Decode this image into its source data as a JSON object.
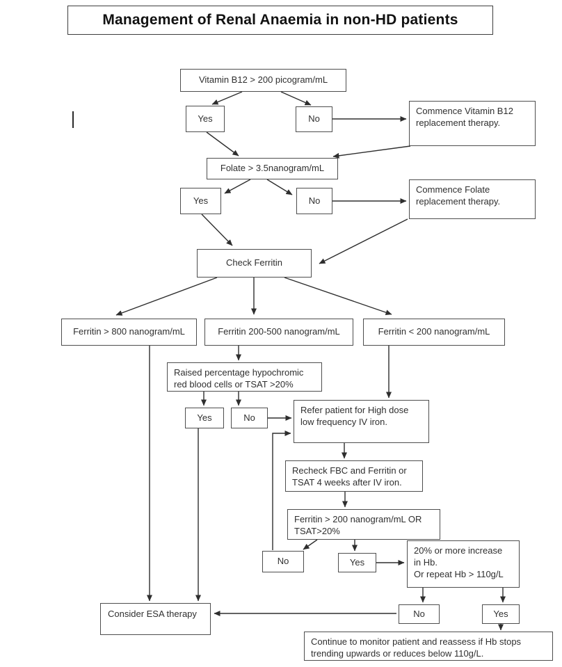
{
  "title": "Management of Renal Anaemia in non-HD patients",
  "colors": {
    "background": "#ffffff",
    "line": "#3a3a3a",
    "text": "#2f2f2f"
  },
  "nodes": {
    "b12": {
      "label": "Vitamin B12 > 200 picogram/mL"
    },
    "b12_yes": {
      "label": "Yes"
    },
    "b12_no": {
      "label": "No"
    },
    "commence_b12": {
      "label": "Commence Vitamin B12 replacement therapy."
    },
    "folate": {
      "label": "Folate > 3.5nanogram/mL"
    },
    "folate_yes": {
      "label": "Yes"
    },
    "folate_no": {
      "label": "No"
    },
    "commence_folate": {
      "label": "Commence Folate replacement therapy."
    },
    "check_ferritin": {
      "label": "Check Ferritin"
    },
    "ferritin_high": {
      "label": "Ferritin > 800 nanogram/mL"
    },
    "ferritin_mid": {
      "label": "Ferritin 200-500 nanogram/mL"
    },
    "ferritin_low": {
      "label": "Ferritin < 200 nanogram/mL"
    },
    "hypochromic": {
      "label": "Raised percentage hypochromic red blood cells or TSAT >20%"
    },
    "hypo_yes": {
      "label": "Yes"
    },
    "hypo_no": {
      "label": "No"
    },
    "refer_iron": {
      "label": "Refer patient for High dose low frequency IV iron."
    },
    "recheck": {
      "label": "Recheck FBC and Ferritin or TSAT 4 weeks after IV iron."
    },
    "ferritin_recheck": {
      "label": "Ferritin > 200 nanogram/mL OR TSAT>20%"
    },
    "recheck_no": {
      "label": "No"
    },
    "recheck_yes": {
      "label": "Yes"
    },
    "hb_increase": {
      "lines": [
        "20% or more increase",
        "in Hb.",
        "Or repeat Hb > 110g/L"
      ]
    },
    "hb_no": {
      "label": "No"
    },
    "hb_yes": {
      "label": "Yes"
    },
    "esa": {
      "label": "Consider ESA therapy"
    },
    "monitor": {
      "label": "Continue to monitor patient and reassess if Hb stops trending upwards or reduces below 110g/L."
    }
  }
}
